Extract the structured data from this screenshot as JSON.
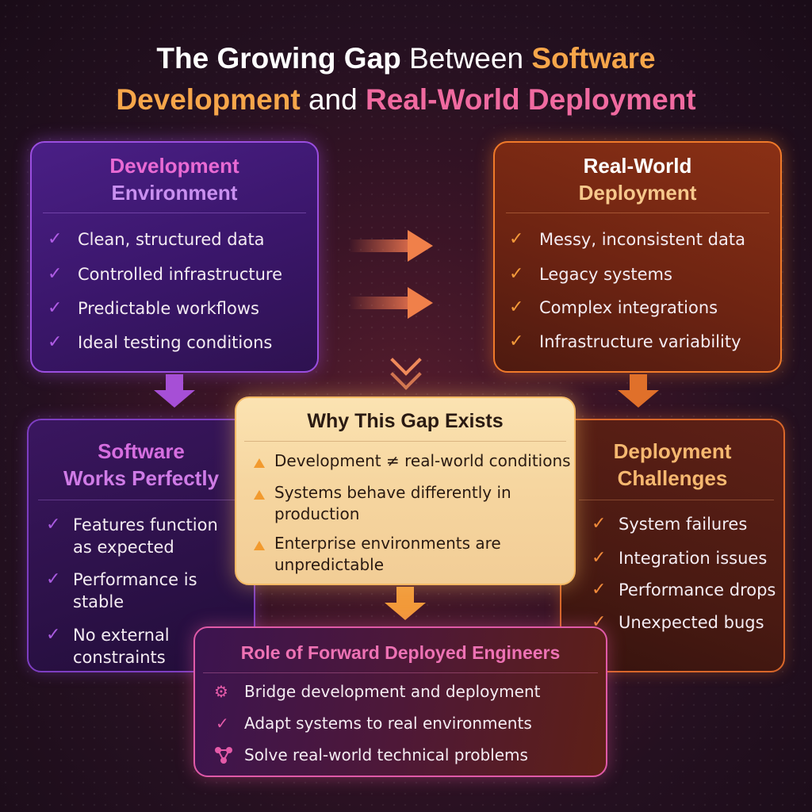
{
  "title": {
    "part1": "The Growing Gap ",
    "part2": "Between ",
    "part3": "Software",
    "part4": "Development",
    "part5": " and ",
    "part6": "Real-World Deployment"
  },
  "dev_env": {
    "heading_line1": "Development",
    "heading_line2": "Environment",
    "items": [
      "Clean, structured data",
      "Controlled infrastructure",
      "Predictable workflows",
      "Ideal testing conditions"
    ]
  },
  "real_world": {
    "heading_line1": "Real-World",
    "heading_line2": "Deployment",
    "items": [
      "Messy, inconsistent data",
      "Legacy systems",
      "Complex integrations",
      "Infrastructure variability"
    ]
  },
  "works": {
    "heading_line1": "Software",
    "heading_line2": "Works Perfectly",
    "items": [
      {
        "line1": "Features function",
        "line2": "as expected"
      },
      {
        "line1": "Performance is",
        "line2": "stable"
      },
      {
        "line1": "No external",
        "line2": "constraints"
      }
    ]
  },
  "challenges": {
    "heading_line1": "Deployment",
    "heading_line2": "Challenges",
    "items": [
      "System failures",
      "Integration issues",
      "Performance drops",
      "Unexpected bugs"
    ]
  },
  "why": {
    "heading": "Why This Gap Exists",
    "items": [
      {
        "line1": "Development ≠ real-world conditions",
        "line2": ""
      },
      {
        "line1": "Systems behave differently in",
        "line2": "production"
      },
      {
        "line1": "Enterprise environments are",
        "line2": "unpredictable"
      }
    ]
  },
  "role": {
    "heading": "Role of Forward Deployed Engineers",
    "items": [
      {
        "icon": "gears-icon",
        "text": "Bridge development and deployment"
      },
      {
        "icon": "check-icon",
        "text": "Adapt systems to real environments"
      },
      {
        "icon": "network-icon",
        "text": "Solve real-world technical problems"
      }
    ]
  },
  "colors": {
    "purple_accent": "#b05ce6",
    "orange_accent": "#f07a2a",
    "pink_heading": "#f06aa0",
    "cream_heading": "#f6c88c"
  }
}
